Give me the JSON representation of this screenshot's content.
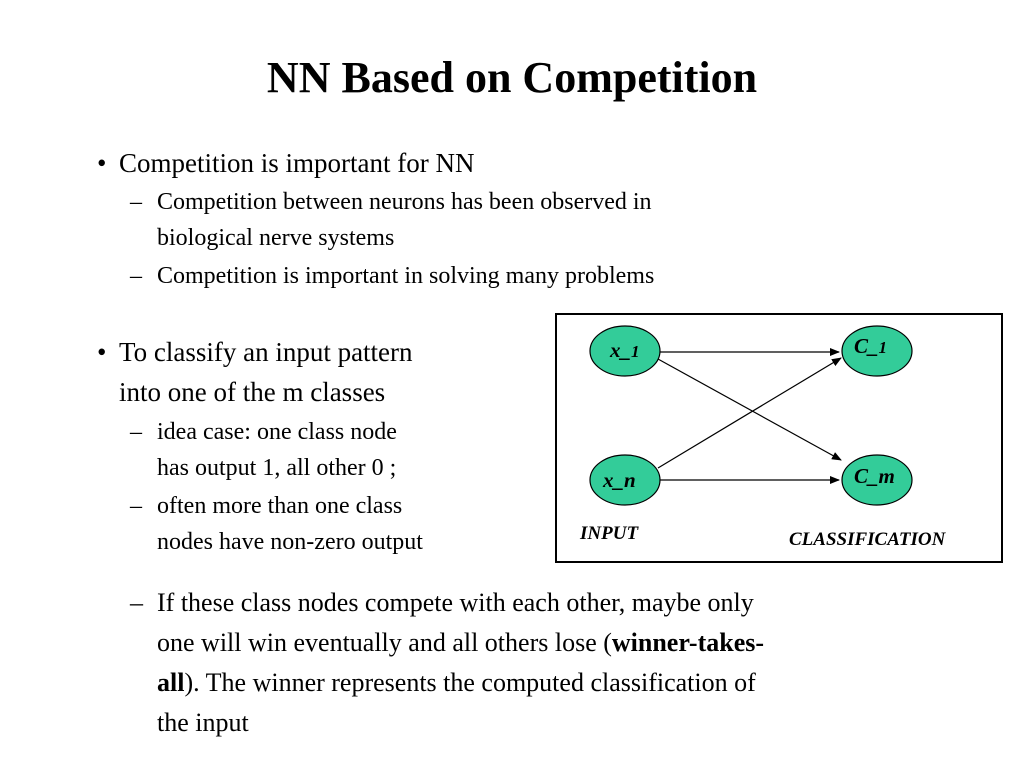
{
  "slide": {
    "title": "NN Based on Competition",
    "bullet_glyph": "•",
    "dash_glyph": "–",
    "bullet1": {
      "text": "Competition is important for NN",
      "subs": [
        {
          "line1": "Competition between neurons has been observed in",
          "line2": "biological nerve systems"
        },
        {
          "line1": "Competition is important in solving many problems"
        }
      ]
    },
    "bullet2": {
      "line1": "To classify an input pattern",
      "line2": "into one of the m classes",
      "subs": [
        {
          "line1": "idea case: one class node",
          "line2": "has output 1, all other 0 ;"
        },
        {
          "line1": "often more than one class",
          "line2": "nodes have non-zero output"
        }
      ]
    },
    "final_sub": {
      "line1": "If these class nodes compete with each other, maybe only",
      "line2_pre": "one will win eventually and all others lose (",
      "line2_bold": "winner-takes-",
      "line3_bold": "all",
      "line3_post": "). The winner represents the computed classification of",
      "line4": "the input"
    }
  },
  "diagram": {
    "node_fill": "#33cc99",
    "nodes": {
      "x1_main": "x_",
      "x1_sub": "1",
      "xn": "x_n",
      "c1_main": "C_",
      "c1_sub": "1",
      "cm": "C_m"
    },
    "input_label": "INPUT",
    "classification_label": "CLASSIFICATION"
  }
}
